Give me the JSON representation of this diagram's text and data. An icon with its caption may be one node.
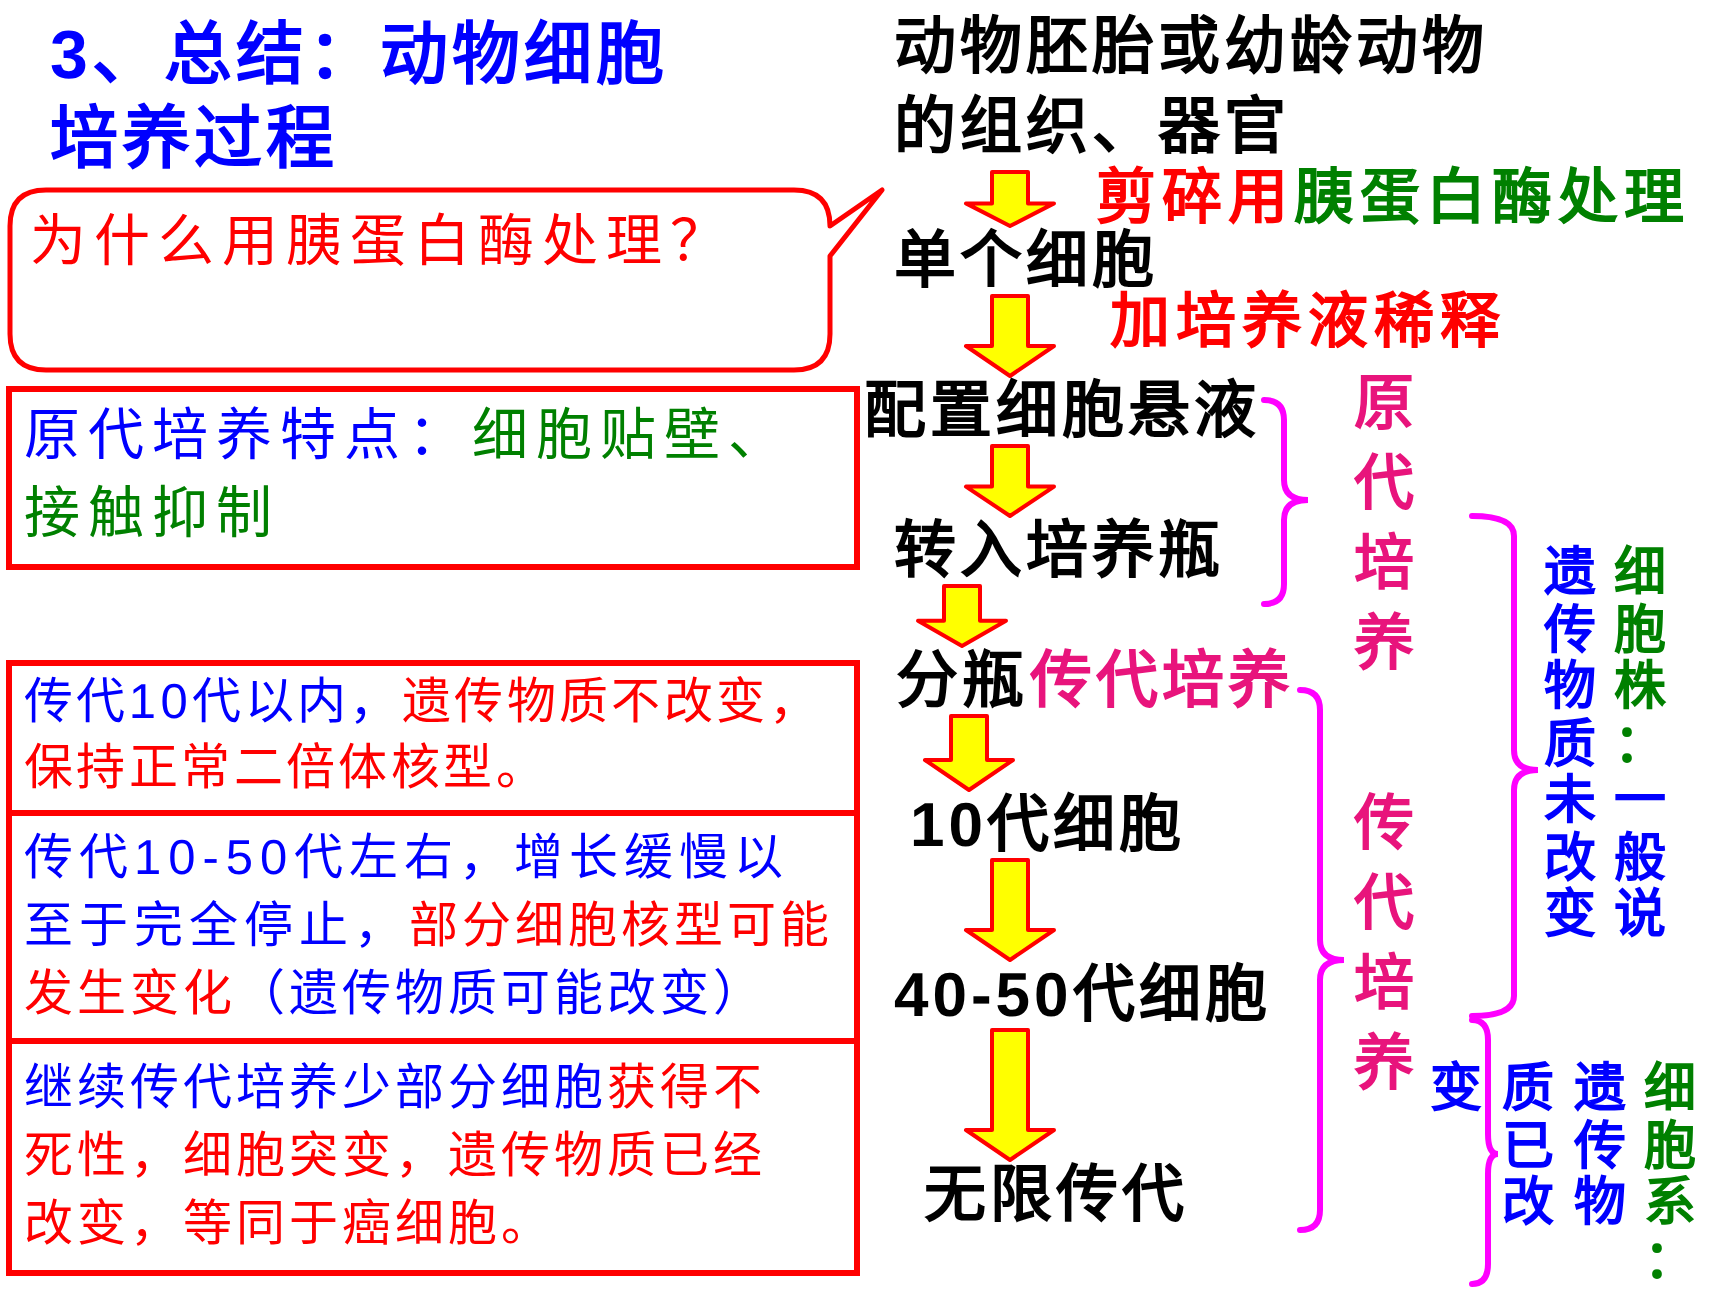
{
  "diagram": {
    "title": "3、总结：动物细胞培养过程",
    "nodes": [
      {
        "text": [
          "为什么用胰蛋白酶处理？"
        ]
      },
      {
        "text": [
          "原代培养特点：",
          "细胞贴壁、接触抑制"
        ]
      },
      {
        "text": [
          "传代10代以内，",
          "遗传物质不改变，保持正常二倍体核型。"
        ]
      },
      {
        "text": [
          "传代10-50代左右，增长缓慢以至于完全停止，",
          "部分细胞核型可能发生变化",
          "（遗传物质可能改变）"
        ]
      },
      {
        "text": [
          "继续传代培养少部分细胞",
          "获得不死性，细胞突变，遗传物质已经改变，等同于癌细胞。"
        ]
      },
      {
        "text": [
          "动物胚胎或幼龄动物的组织、器官"
        ]
      },
      {
        "text": [
          "单个细胞"
        ]
      },
      {
        "text": [
          "配置细胞悬液"
        ]
      },
      {
        "text": [
          "转入培养瓶"
        ]
      },
      {
        "text": [
          "分瓶"
        ],
        "beside": [
          "传代培养"
        ]
      },
      {
        "text": [
          "10代细胞"
        ]
      },
      {
        "text": [
          "40-50代细胞"
        ]
      },
      {
        "text": [
          "无限传代"
        ]
      }
    ],
    "edges": [
      {
        "from": 5,
        "to": 6,
        "arrow": "to"
      },
      {
        "from": 6,
        "to": 7,
        "arrow": "to"
      },
      {
        "from": 7,
        "to": 8,
        "arrow": "to"
      },
      {
        "from": 8,
        "to": 9,
        "arrow": "to"
      },
      {
        "from": 9,
        "to": 10,
        "arrow": "to"
      },
      {
        "from": 10,
        "to": 11,
        "arrow": "to"
      },
      {
        "from": 11,
        "to": 12,
        "arrow": "to"
      }
    ],
    "labels": [
      "剪碎用",
      "胰蛋白酶处理",
      "加培养液稀释",
      "原代培养",
      "传代培养",
      "细胞株：",
      "一般说",
      "遗传物质未改变",
      "细胞系：",
      "遗传物质已改",
      "变"
    ]
  }
}
